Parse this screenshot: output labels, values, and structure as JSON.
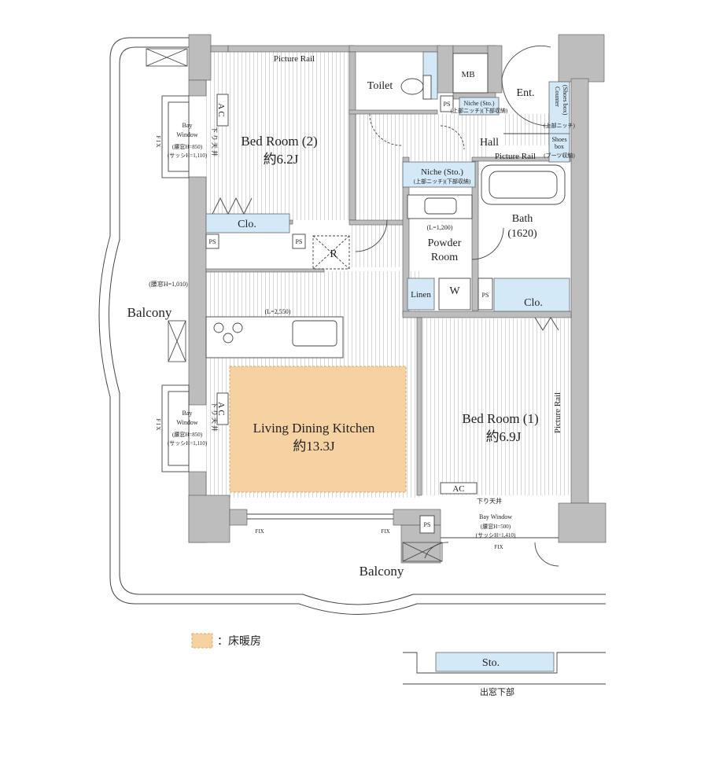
{
  "rooms": {
    "bedroom2": {
      "name": "Bed Room (2)",
      "size": "約6.2J"
    },
    "bedroom1": {
      "name": "Bed Room (1)",
      "size": "約6.9J"
    },
    "ldk": {
      "name": "Living Dining Kitchen",
      "size": "約13.3J"
    },
    "toilet": "Toilet",
    "mb": "MB",
    "entrance": "Ent.",
    "hall": "Hall",
    "powder": {
      "line1": "Powder",
      "line2": "Room"
    },
    "bath": {
      "name": "Bath",
      "size": "(1620)"
    },
    "linen": "Linen",
    "washer": "W"
  },
  "labels": {
    "picture_rail": "Picture Rail",
    "clo": "Clo.",
    "ps": "PS",
    "ac": "AC",
    "ac_vertical": "A C",
    "r": "R",
    "fix": "FIX",
    "fix_vertical": "F I X",
    "sagari_tenjo": "下り天井",
    "sagari_tenjo_vertical": "下 り 天 井",
    "kitchen_length": "(L=2,550)",
    "powder_length": "(L=1,200)",
    "koshimado_h_mid": "(腰窓H=1,010)",
    "niche": {
      "hall": {
        "title": "Niche (Sto.)",
        "sub": "(上部ニッチ)(下部収納)"
      },
      "powder": {
        "title": "Niche (Sto.)",
        "sub": "(上部ニッチ)(下部収納)"
      }
    },
    "counter": {
      "line1": "Counter",
      "line2": "(Shoes box)",
      "sub": "(上部ニッチ)"
    },
    "shoes_box": {
      "line1": "Shoes",
      "line2": "box",
      "sub": "(ブーツ収納)"
    },
    "bay_window_left": {
      "line1": "Bay",
      "line2": "Window",
      "h": "(腰窓H=850)",
      "sash": "(サッシH=1,110)"
    },
    "bay_window_bottom": {
      "title": "Bay Window",
      "h": "(腰窓H=500)",
      "sash": "(サッシH=1,410)"
    },
    "balcony_left": "Balcony",
    "balcony_bottom": "Balcony",
    "legend": "：床暖房",
    "sto": "Sto.",
    "demado_kabu": "出窓下部"
  },
  "colors": {
    "wall": "#bdbdbd",
    "storage": "#d4e9f7",
    "floor_heating": "#f6d2a2",
    "floor_heating_border": "#e0a868",
    "flooring_lines": "#cfcfcf",
    "line": "#333333"
  }
}
